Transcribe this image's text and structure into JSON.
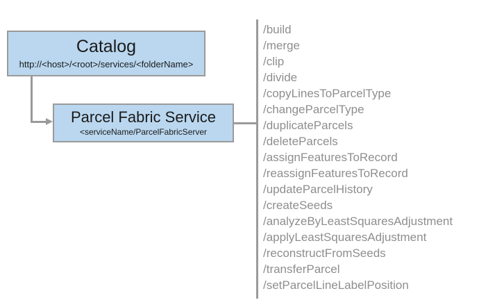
{
  "diagram": {
    "nodes": [
      {
        "name": "catalog",
        "title": "Catalog",
        "subtitle": "http://<host>/<root>/services/<folderName>"
      },
      {
        "name": "parcel-fabric-service",
        "title": "Parcel Fabric Service",
        "subtitle": "<serviceName/ParcelFabricServer"
      }
    ],
    "operations": [
      "/build",
      "/merge",
      "/clip",
      "/divide",
      "/copyLinesToParcelType",
      "/changeParcelType",
      "/duplicateParcels",
      "/deleteParcels",
      "/assignFeaturesToRecord",
      "/reassignFeaturesToRecord",
      "/updateParcelHistory",
      "/createSeeds",
      "/analyzeByLeastSquaresAdjustment",
      "/applyLeastSquaresAdjustment",
      "/reconstructFromSeeds",
      "/transferParcel",
      "/setParcelLineLabelPosition"
    ],
    "colors": {
      "node_fill": "#bad7ef",
      "node_border": "#9a9a9a",
      "connector": "#9a9a9a",
      "operation_text": "#8e8e8e",
      "node_text": "#1a1a1a",
      "background": "#ffffff"
    }
  }
}
